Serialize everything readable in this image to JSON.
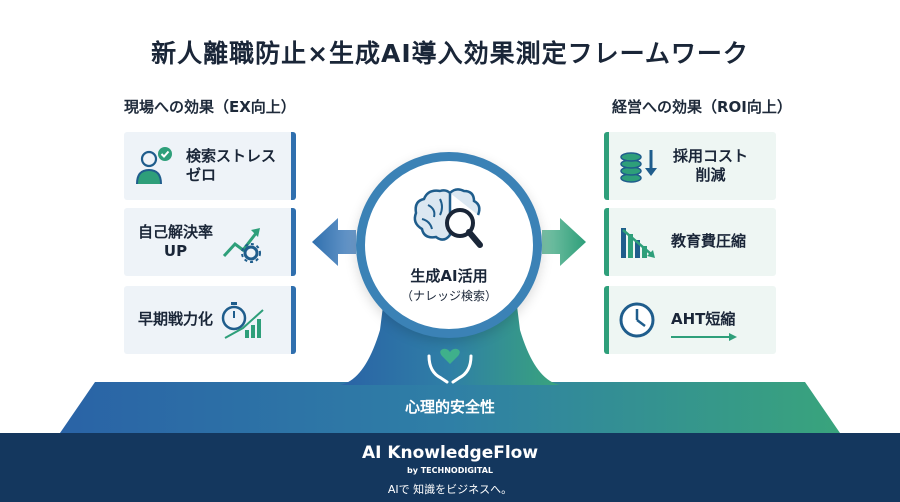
{
  "title": "新人離職防止×生成AI導入効果測定フレームワーク",
  "left": {
    "heading": "現場への効果（EX向上）",
    "items": [
      {
        "line1": "検索ストレス",
        "line2": "ゼロ"
      },
      {
        "line1": "自己解決率",
        "line2": "UP"
      },
      {
        "line1": "早期戦力化",
        "line2": ""
      }
    ]
  },
  "right": {
    "heading": "経営への効果（ROI向上）",
    "items": [
      {
        "line1": "採用コスト",
        "line2": "削減"
      },
      {
        "line1": "教育費圧縮",
        "line2": ""
      },
      {
        "line1": "AHT短縮",
        "line2": ""
      }
    ]
  },
  "center": {
    "title": "生成AI活用",
    "subtitle": "（ナレッジ検索）"
  },
  "foundation": {
    "label": "心理的安全性"
  },
  "footer": {
    "brand": "AI KnowledgeFlow",
    "by": "by TECHNODIGITAL",
    "tagline": "AIで 知識をビジネスへ。"
  },
  "colors": {
    "blue": "#2f6fae",
    "green": "#2e9f7a",
    "navy": "#14375e"
  },
  "icons": {
    "left": [
      "person-check-icon",
      "growth-gear-icon",
      "stopwatch-chart-icon"
    ],
    "right": [
      "coins-down-icon",
      "bars-down-icon",
      "clock-arrow-icon"
    ],
    "center": "brain-magnifier-icon",
    "foundation": "hands-heart-icon"
  }
}
